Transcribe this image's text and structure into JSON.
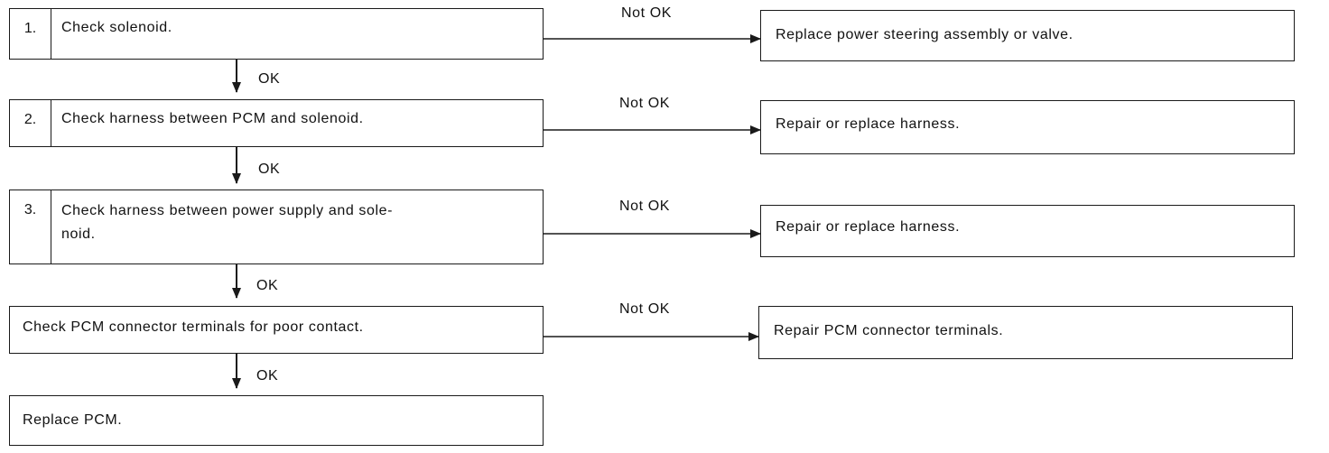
{
  "steps": [
    {
      "number": "1.",
      "text": "Check solenoid."
    },
    {
      "number": "2.",
      "text": "Check harness between PCM and solenoid."
    },
    {
      "number": "3.",
      "text_line1": "Check harness between power supply and sole-",
      "text_line2": "noid."
    },
    {
      "text": "Check PCM connector terminals for poor contact."
    },
    {
      "text": "Replace PCM."
    }
  ],
  "remedies": [
    "Replace power steering assembly or valve.",
    "Repair or replace harness.",
    "Repair or replace harness.",
    "Repair PCM connector terminals."
  ],
  "labels": {
    "ok": "OK",
    "not_ok": "Not OK"
  }
}
